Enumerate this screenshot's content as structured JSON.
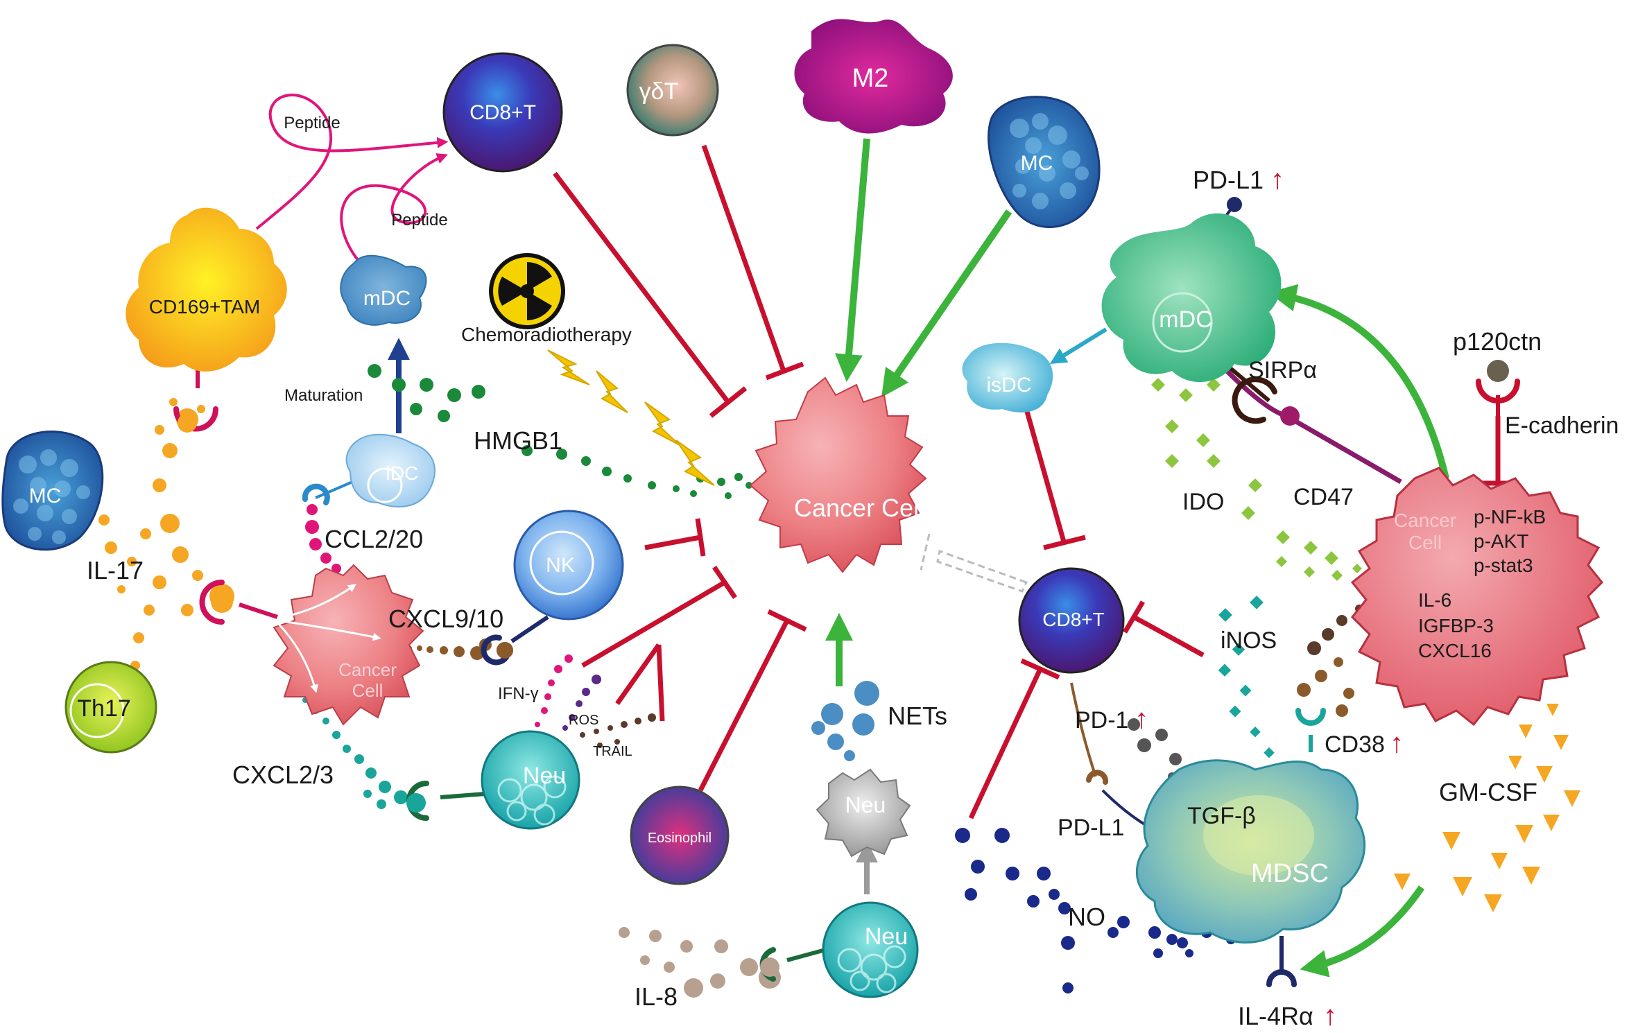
{
  "cells": {
    "cancer_center": "Cancer Cell",
    "cancer_left": "Cancer\nCell",
    "cancer_right": "Cancer\nCell",
    "cd8_top": "CD8+T",
    "cd8_right": "CD8+T",
    "gdt": "γδT",
    "m2": "M2",
    "mc_top": "MC",
    "mc_left": "MC",
    "mdc_left": "mDC",
    "mdc_right": "mDC",
    "idc": "iDC",
    "isdc": "isDC",
    "tam": "CD169+TAM",
    "th17": "Th17",
    "nk": "NK",
    "neu_left": "Neu",
    "neu_gray": "Neu",
    "neu_bottom": "Neu",
    "eosinophil": "Eosinophil",
    "mdsc": "MDSC"
  },
  "labels": {
    "peptide_1": "Peptide",
    "peptide_2": "Peptide",
    "maturation": "Maturation",
    "chemoradiotherapy": "Chemoradiotherapy",
    "hmgb1": "HMGB1",
    "ccl2_20": "CCL2/20",
    "il17": "IL-17",
    "cxcl9_10": "CXCL9/10",
    "cxcl2_3": "CXCL2/3",
    "ifn_gamma": "IFN-γ",
    "ros": "ROS",
    "trail": "TRAIL",
    "nets": "NETs",
    "il8": "IL-8",
    "pdl1_top": "PD-L1",
    "sirpa": "SIRPα",
    "p120ctn": "p120ctn",
    "ecadherin": "E-cadherin",
    "ido": "IDO",
    "cd47": "CD47",
    "pnfkb": "p-NF-kB",
    "pakt": "p-AKT",
    "pstat3": "p-stat3",
    "il6": "IL-6",
    "igfbp3": "IGFBP-3",
    "cxcl16": "CXCL16",
    "inos": "iNOS",
    "pd1": "PD-1",
    "cd38": "CD38",
    "pdl1_bottom": "PD-L1",
    "tgfb": "TGF-β",
    "gmcsf": "GM-CSF",
    "no": "NO",
    "il4ra": "IL-4Rα",
    "up_arrow": "↑"
  },
  "colors": {
    "inhibit": "#c8102e",
    "promote": "#3cb43c",
    "cd8_mdc": "#1f3f8f",
    "gray_arrow": "#9a9a9a",
    "cyan_arrow": "#2aa8c8",
    "hmgb1_dots": "#1a8a3a",
    "il17_dots": "#f5a623",
    "ccl_dots": "#e0157a",
    "cxcl9_dots": "#8b5a2b",
    "cxcl2_dots": "#1aa59a",
    "ido_cross": "#8cc63f",
    "gmcsf_tri": "#f5a623",
    "no_star": "#1a2a8a",
    "inos_dots": "#1aa59a"
  }
}
